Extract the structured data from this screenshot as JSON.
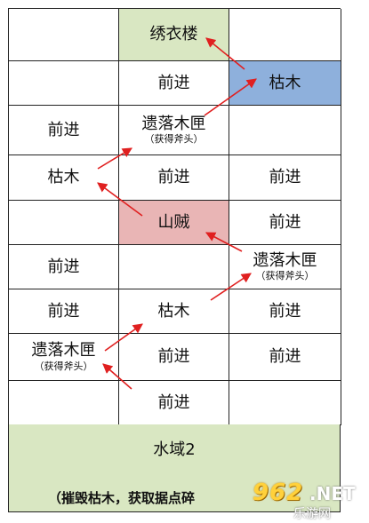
{
  "colors": {
    "start": "#d9e7c2",
    "target": "#8eb0dc",
    "enemy": "#e9b5b5",
    "arrow": "#e02020"
  },
  "grid": {
    "r1c2": "绣衣楼",
    "r2c2": "前进",
    "r2c3": "枯木",
    "r3c1": "前进",
    "r3c2_main": "遗落木匣",
    "r3c2_sub": "（获得斧头）",
    "r4c1": "枯木",
    "r4c2": "前进",
    "r4c3": "前进",
    "r5c2": "山贼",
    "r5c3": "前进",
    "r6c1": "前进",
    "r6c3_main": "遗落木匣",
    "r6c3_sub": "（获得斧头）",
    "r7c1": "前进",
    "r7c2": "枯木",
    "r7c3": "前进",
    "r8c1_main": "遗落木匣",
    "r8c1_sub": "（获得斧头）",
    "r8c2": "前进",
    "r8c3": "前进",
    "r9c2": "前进"
  },
  "bottom": {
    "title": "水域2",
    "note": "（摧毁枯木，获取据点碎"
  },
  "watermark": {
    "logo": "962",
    "net": ".NET",
    "sub": "乐游网"
  }
}
